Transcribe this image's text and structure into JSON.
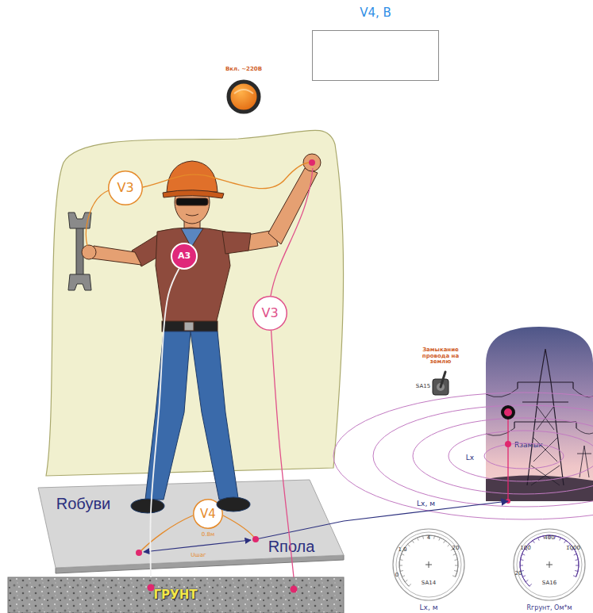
{
  "diagram": {
    "nodes": [
      {
        "text": [
          "V4, В"
        ]
      },
      {
        "text": [
          "Вкл. ~220В"
        ]
      },
      {
        "text": [
          "V3"
        ]
      },
      {
        "text": [
          "A3"
        ]
      },
      {
        "text": [
          "V3"
        ]
      },
      {
        "text": [
          "Rзамык"
        ]
      },
      {
        "text": [
          "Rобуви",
          "Rпола"
        ]
      },
      {
        "text": [
          "V4"
        ],
        "in": 6
      },
      {
        "text": [
          "ГРУНТ"
        ]
      },
      {
        "text": [
          "SA14",
          "Lx, м"
        ]
      },
      {
        "text": [
          "SA16",
          "Rгрунт, Ом*м"
        ]
      }
    ],
    "edges": [
      {
        "from": 6,
        "to": 5,
        "arrow": "to",
        "label": "Lx, м"
      },
      {
        "from": 3,
        "to": 8,
        "arrow": "none"
      },
      {
        "from": 4,
        "to": 8,
        "arrow": "none"
      }
    ],
    "labels": [
      "Замыкание провода на землю",
      "SA15",
      "Lx",
      "0.8м",
      "Uшаг",
      "0",
      "1,0",
      "4",
      "20",
      "20",
      "100",
      "400",
      "1000"
    ]
  }
}
